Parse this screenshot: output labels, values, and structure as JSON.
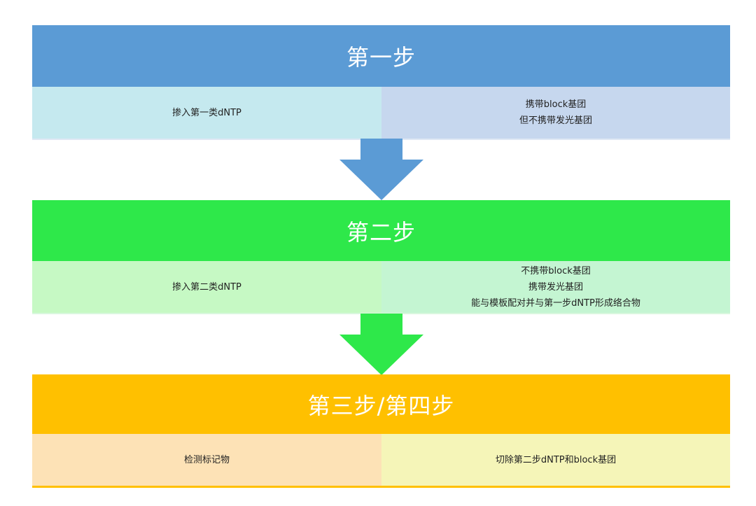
{
  "steps": [
    {
      "title": "第一步",
      "left": [
        "掺入第一类dNTP"
      ],
      "right": [
        "携带block基团",
        "但不携带发光基团"
      ]
    },
    {
      "title": "第二步",
      "left": [
        "掺入第二类dNTP"
      ],
      "right": [
        "不携带block基团",
        "携带发光基团",
        "能与模板配对并与第一步dNTP形成络合物"
      ]
    },
    {
      "title": "第三步/第四步",
      "left": [
        "检测标记物"
      ],
      "right": [
        "切除第二步dNTP和block基团"
      ]
    }
  ],
  "colors": {
    "step1_header": "#5b9bd5",
    "step2_header": "#2ee84a",
    "step3_header": "#ffc000",
    "arrow1": "#5b9bd5",
    "arrow2": "#2ee84a"
  }
}
